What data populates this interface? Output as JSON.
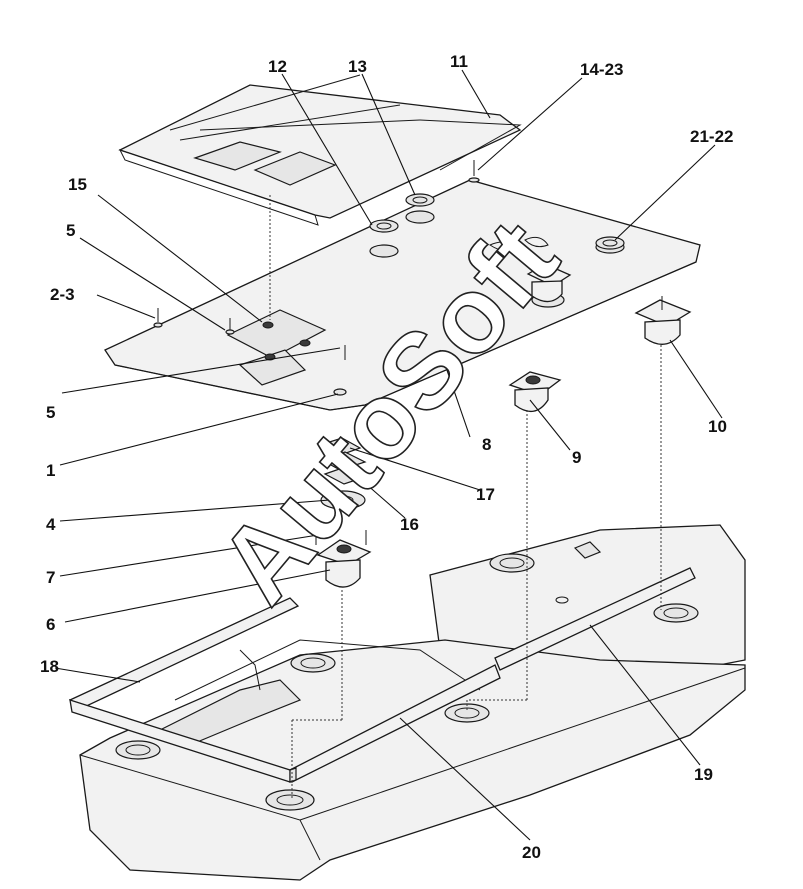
{
  "watermark": "AutoSoft",
  "labels": {
    "l1": "1",
    "l2_3": "2-3",
    "l4": "4",
    "l5a": "5",
    "l5b": "5",
    "l6": "6",
    "l7": "7",
    "l8": "8",
    "l9": "9",
    "l10": "10",
    "l11": "11",
    "l12": "12",
    "l13": "13",
    "l14_23": "14-23",
    "l15": "15",
    "l16": "16",
    "l17": "17",
    "l18": "18",
    "l19": "19",
    "l20": "20",
    "l21_22": "21-22"
  }
}
